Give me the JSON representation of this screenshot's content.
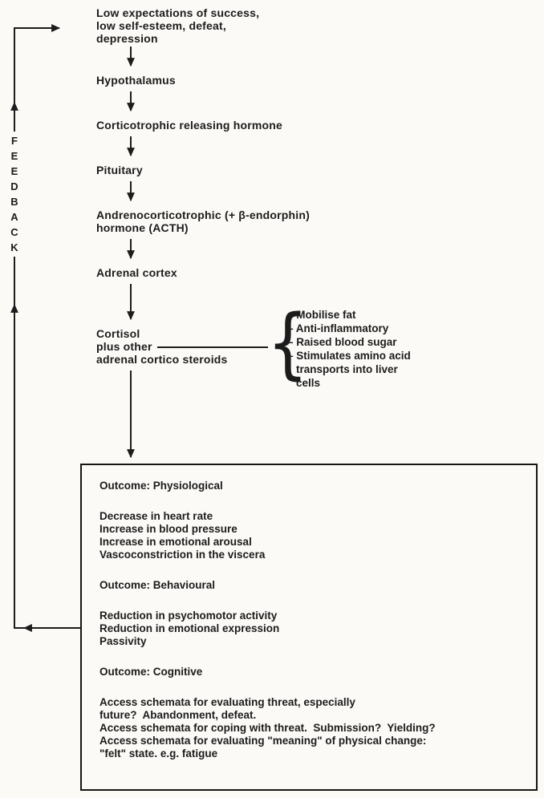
{
  "diagram": {
    "feedback": {
      "label": "FEEDBACK",
      "letters": [
        "F",
        "E",
        "E",
        "D",
        "B",
        "A",
        "C",
        "K"
      ]
    },
    "chain": [
      "Low expectations of success,\nlow self-esteem, defeat,\ndepression",
      "Hypothalamus",
      "Corticotrophic releasing hormone",
      "Pituitary",
      "Andrenocorticotrophic (+ β-endorphin)\nhormone (ACTH)",
      "Adrenal cortex",
      "Cortisol\nplus other\nadrenal cortico steroids"
    ],
    "effects_brace_glyph": "{",
    "cortisol_effects": [
      "– Mobilise fat",
      "– Anti-inflammatory",
      "– Raised blood sugar",
      "– Stimulates amino acid\ntransports into liver\ncells"
    ],
    "outcome_box": {
      "sections": [
        {
          "heading": "Outcome: Physiological",
          "lines": [
            "Decrease in heart rate",
            "Increase in blood pressure",
            "Increase in emotional arousal",
            "Vascoconstriction in the viscera"
          ]
        },
        {
          "heading": "Outcome: Behavioural",
          "lines": [
            "Reduction in psychomotor activity",
            "Reduction in emotional expression",
            "Passivity"
          ]
        },
        {
          "heading": "Outcome: Cognitive",
          "lines": [
            "Access schemata for evaluating threat, especially",
            "future?  Abandonment, defeat.",
            "Access schemata for coping with threat.  Submission?  Yielding?",
            "Access schemata for evaluating \"meaning\" of physical change:",
            "\"felt\" state. e.g. fatigue"
          ]
        }
      ]
    },
    "colors": {
      "ink": "#1c1c1c",
      "paper": "#fbfaf7"
    }
  }
}
